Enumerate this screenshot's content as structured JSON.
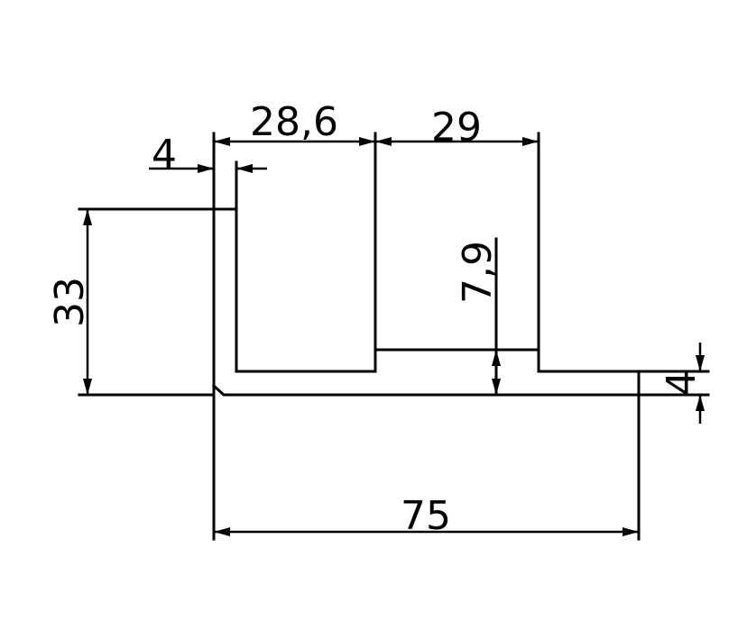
{
  "dimensions": {
    "width_top_left": "28,6",
    "width_top_right": "29",
    "wall_thickness_left": "4",
    "height_total": "33",
    "step_height": "7,9",
    "base_thickness": "4",
    "overall_width": "75"
  }
}
